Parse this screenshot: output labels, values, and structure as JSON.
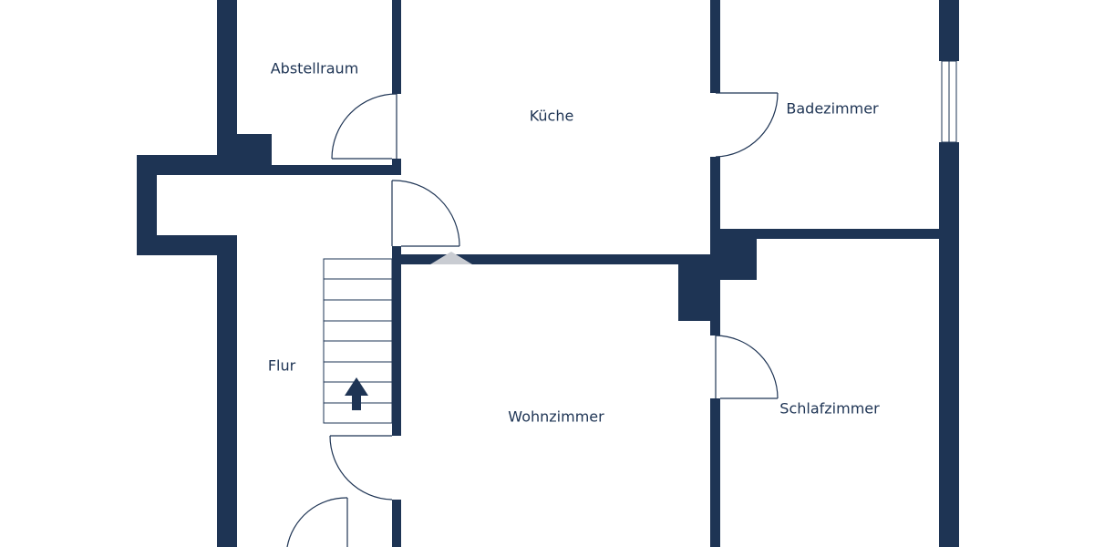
{
  "colors": {
    "wall": "#1e3454",
    "door": "#1e3454",
    "stairs": "#1e3454",
    "background": "#ffffff"
  },
  "rooms": {
    "abstellraum": "Abstellraum",
    "kueche": "Küche",
    "badezimmer": "Badezimmer",
    "flur": "Flur",
    "wohnzimmer": "Wohnzimmer",
    "schlafzimmer": "Schlafzimmer"
  },
  "icons": {
    "stairs_direction": "arrow-up-icon"
  }
}
